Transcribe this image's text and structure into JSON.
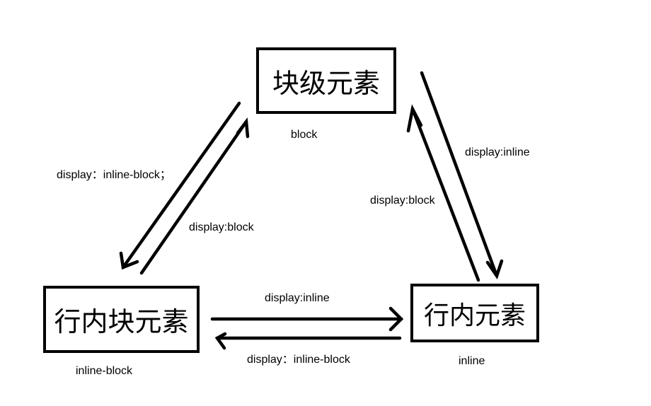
{
  "nodes": {
    "block": {
      "title": "块级元素",
      "caption": "block"
    },
    "inline_block": {
      "title": "行内块元素",
      "caption": "inline-block"
    },
    "inline": {
      "title": "行内元素",
      "caption": "inline"
    }
  },
  "edges": {
    "block_to_inline_block": "display：inline-block；",
    "inline_block_to_block": "display:block",
    "block_to_inline": "display:inline",
    "inline_to_block": "display:block",
    "inline_block_to_inline": "display:inline",
    "inline_to_inline_block": "display：inline-block"
  },
  "colors": {
    "stroke": "#000000",
    "background": "#ffffff"
  }
}
